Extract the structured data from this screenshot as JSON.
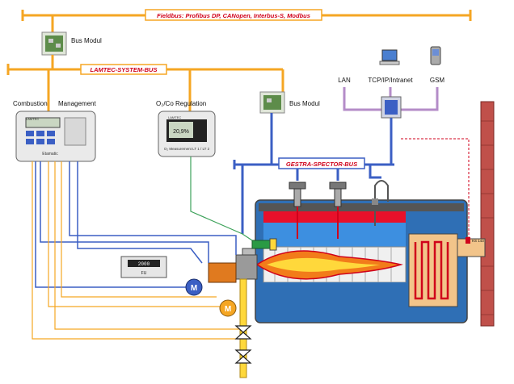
{
  "fieldbus": {
    "label": "Fieldbus: Profibus DP, CANopen, Interbus-S, Modbus"
  },
  "lamtec_bus": {
    "label": "LAMTEC-SYSTEM-BUS"
  },
  "gestra_bus": {
    "label": "GESTRA-SPECTOR-BUS"
  },
  "bus_modules": [
    {
      "label": "Bus Modul"
    },
    {
      "label": "Bus Modul"
    }
  ],
  "combustion": {
    "label_left": "Combustion",
    "label_right": "Management",
    "device_name": "Etamatic",
    "device_brand": "LAMTEC"
  },
  "o2co": {
    "label": "O₂/Co   Regulation",
    "display_value": "20,9%",
    "device_name": "O₂ Measurement LT 1 / LT 2",
    "device_brand": "LAMTEC"
  },
  "network": {
    "lan": "LAN",
    "tcpip": "TCP/IP/Intranet",
    "gsm": "GSM"
  },
  "fu": {
    "display_value": "2000",
    "label": "FU"
  },
  "motors": [
    {
      "label": "M"
    },
    {
      "label": "M"
    }
  ],
  "sensor": {
    "label": "KS 143"
  },
  "colors": {
    "fieldbus_orange": "#f5a623",
    "bus_red": "#d0021b",
    "gestra_blue": "#3b5fc4",
    "network_purple": "#b48cc8",
    "signal_green": "#3da25a",
    "boiler_blue": "#2f6fb5"
  }
}
